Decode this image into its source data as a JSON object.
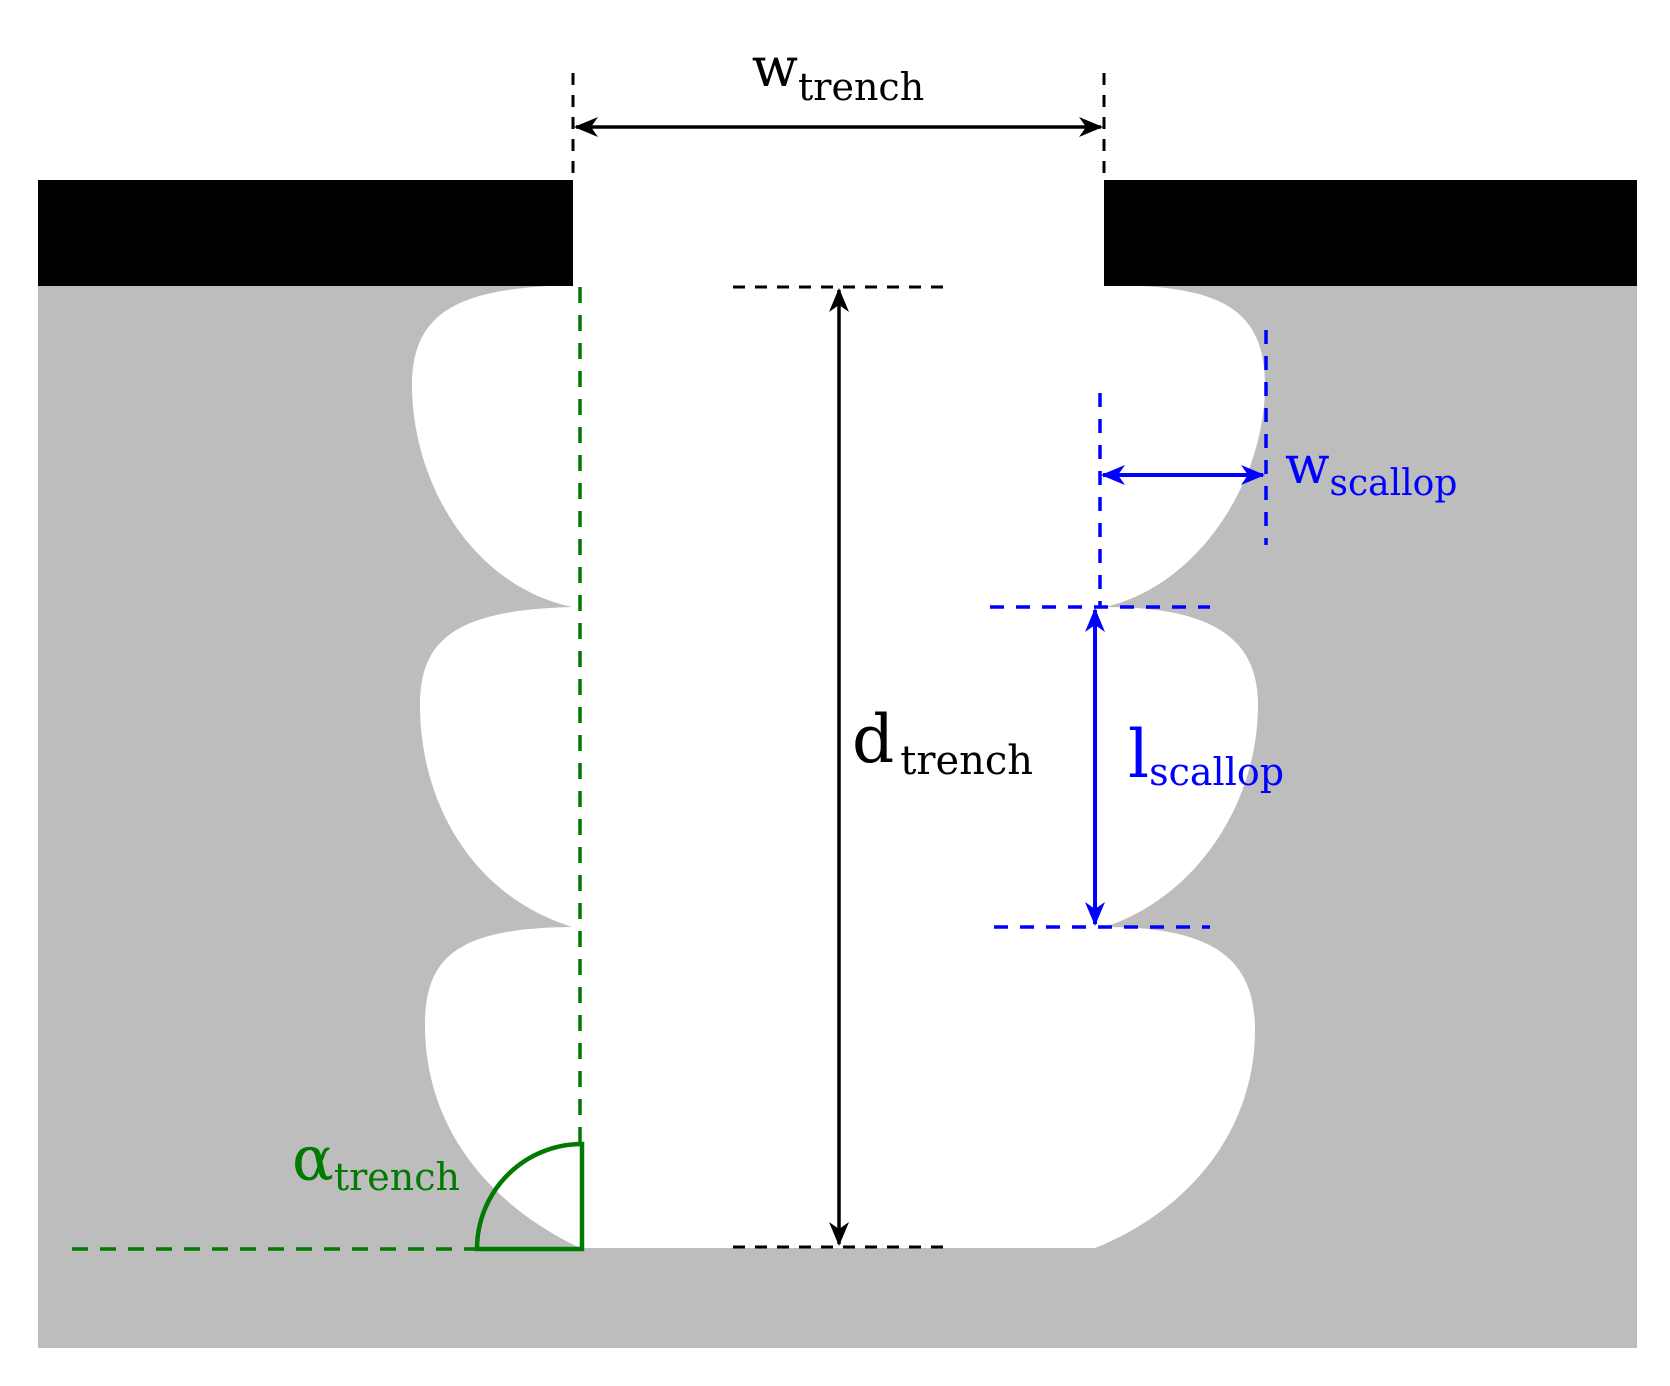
{
  "labels": {
    "w_trench": {
      "main": "w",
      "sub": "trench"
    },
    "d_trench": {
      "main": "d",
      "sub": "trench"
    },
    "w_scallop": {
      "main": "w",
      "sub": "scallop"
    },
    "l_scallop": {
      "main": "l",
      "sub": "scallop"
    },
    "alpha_trench": {
      "main": "α",
      "sub": "trench"
    }
  },
  "colors": {
    "substrate": "#bdbdbd",
    "mask": "#000000",
    "trench": "#ffffff",
    "dimension": "#000000",
    "scallop": "#0000ff",
    "angle": "#007a00"
  },
  "icons": {
    "dimension_arrow": "double-headed-arrow"
  }
}
